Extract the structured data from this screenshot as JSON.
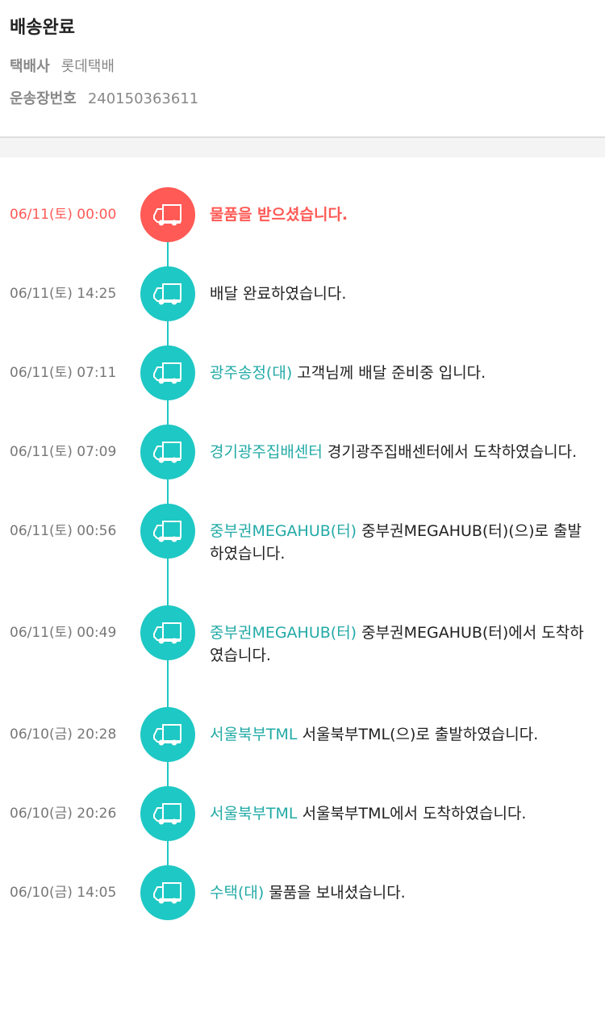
{
  "header": {
    "title": "배송완료",
    "courier_label": "택배사",
    "courier_value": "롯데택배",
    "tracking_label": "운송장번호",
    "tracking_value": "240150363611"
  },
  "colors": {
    "accent": "#1ec8c4",
    "highlight": "#ff5a55",
    "location": "#22aaa6"
  },
  "events": [
    {
      "time": "06/11(토) 00:00",
      "location": "",
      "message": "물품을 받으셨습니다.",
      "icon": "truck-icon"
    },
    {
      "time": "06/11(토) 14:25",
      "location": "",
      "message": "배달 완료하였습니다.",
      "icon": "truck-icon"
    },
    {
      "time": "06/11(토) 07:11",
      "location": "광주송정(대)",
      "message": "고객님께 배달 준비중 입니다.",
      "icon": "truck-icon"
    },
    {
      "time": "06/11(토) 07:09",
      "location": "경기광주집배센터",
      "message": "경기광주집배센터에서 도착하였습니다.",
      "icon": "truck-icon"
    },
    {
      "time": "06/11(토) 00:56",
      "location": "중부권MEGAHUB(터)",
      "message": "중부권MEGAHUB(터)(으)로 출발하였습니다.",
      "icon": "truck-icon"
    },
    {
      "time": "06/11(토) 00:49",
      "location": "중부권MEGAHUB(터)",
      "message": "중부권MEGAHUB(터)에서 도착하였습니다.",
      "icon": "truck-icon"
    },
    {
      "time": "06/10(금) 20:28",
      "location": "서울북부TML",
      "message": "서울북부TML(으)로 출발하였습니다.",
      "icon": "truck-icon"
    },
    {
      "time": "06/10(금) 20:26",
      "location": "서울북부TML",
      "message": "서울북부TML에서 도착하였습니다.",
      "icon": "truck-icon"
    },
    {
      "time": "06/10(금) 14:05",
      "location": "수택(대)",
      "message": "물품을 보내셨습니다.",
      "icon": "truck-icon"
    }
  ]
}
